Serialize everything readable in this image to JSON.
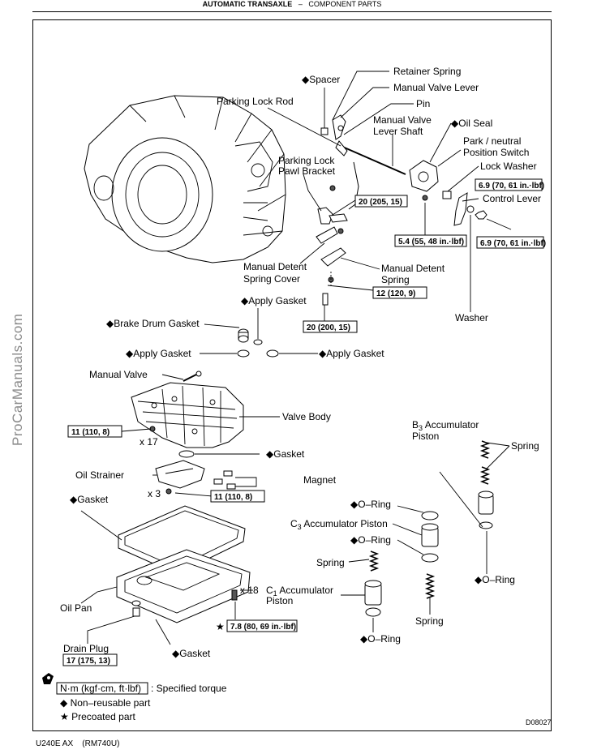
{
  "header": {
    "section": "AUTOMATIC TRANSAXLE",
    "separator": "–",
    "subsection": "COMPONENT PARTS"
  },
  "watermark": "ProCarManuals.com",
  "labels": {
    "spacer": "Spacer",
    "retainer_spring": "Retainer Spring",
    "manual_valve_lever": "Manual Valve Lever",
    "parking_lock_rod": "Parking Lock Rod",
    "pin": "Pin",
    "manual_valve_lever_shaft_1": "Manual Valve",
    "manual_valve_lever_shaft_2": "Lever Shaft",
    "oil_seal": "Oil Seal",
    "park_neutral_1": "Park / neutral",
    "park_neutral_2": "Position Switch",
    "parking_lock_pawl_1": "Parking Lock",
    "parking_lock_pawl_2": "Pawl Bracket",
    "lock_washer": "Lock Washer",
    "control_lever": "Control Lever",
    "manual_detent_cover_1": "Manual Detent",
    "manual_detent_cover_2": "Spring Cover",
    "manual_detent_spring_1": "Manual Detent",
    "manual_detent_spring_2": "Spring",
    "washer": "Washer",
    "apply_gasket_top": "Apply Gasket",
    "brake_drum_gasket": "Brake Drum Gasket",
    "apply_gasket_left": "Apply Gasket",
    "apply_gasket_right": "Apply Gasket",
    "manual_valve": "Manual Valve",
    "valve_body": "Valve Body",
    "x17": "x 17",
    "gasket_mid": "Gasket",
    "oil_strainer": "Oil Strainer",
    "magnet": "Magnet",
    "x3": "x 3",
    "gasket_left": "Gasket",
    "b3_accumulator_1": "B",
    "b3_accumulator_sub": "3",
    "b3_accumulator_2": " Accumulator",
    "b3_accumulator_3": "Piston",
    "spring_b3": "Spring",
    "oring_1": "O–Ring",
    "c3_piston_1": "C",
    "c3_piston_sub": "3",
    "c3_piston_2": " Accumulator Piston",
    "oring_2": "O–Ring",
    "spring_left": "Spring",
    "c1_piston_1": "C",
    "c1_piston_sub": "1",
    "c1_piston_2": " Accumulator",
    "c1_piston_3": "Piston",
    "oring_b3": "O–Ring",
    "oil_pan": "Oil Pan",
    "x18": "x 18",
    "spring_right": "Spring",
    "drain_plug": "Drain Plug",
    "oring_bottom": "O–Ring",
    "gasket_bottom": "Gasket"
  },
  "torques": {
    "t_69_a": "6.9 (70, 61 in.·lbf)",
    "t_20_205": "20 (205, 15)",
    "t_54": "5.4 (55, 48 in.·lbf)",
    "t_69_b": "6.9 (70, 61 in.·lbf)",
    "t_12": "12 (120, 9)",
    "t_20_200": "20 (200, 15)",
    "t_11_a": "11 (110, 8)",
    "t_11_b": "11 (110, 8)",
    "t_78": "7.8 (80, 69 in.·lbf)",
    "t_17": "17 (175, 13)"
  },
  "legend": {
    "torque_box": "N·m (kgf·cm, ft·lbf)",
    "torque_desc": ": Specified torque",
    "nonreusable": "Non–reusable part",
    "precoated": "Precoated part"
  },
  "symbols": {
    "diamond": "◆",
    "star": "★"
  },
  "figure_id": "D08027",
  "footer": {
    "model": "U240E AX",
    "code": "(RM740U)"
  }
}
